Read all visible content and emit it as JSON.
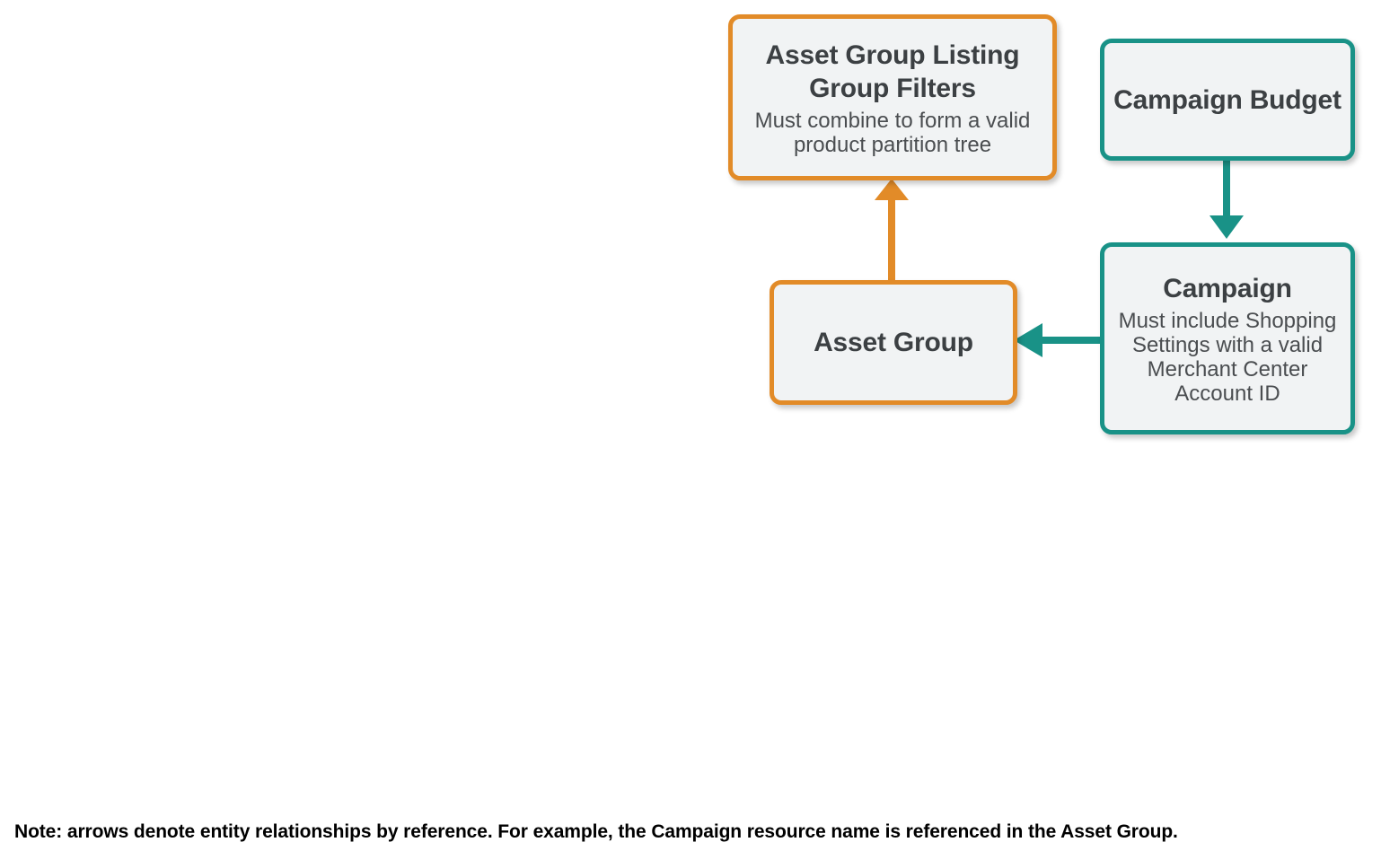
{
  "diagram": {
    "type": "entity-relationship",
    "colors": {
      "orange": "#e28b28",
      "teal": "#199287",
      "node_fill": "#f1f3f4",
      "title_text": "#3c4043",
      "subtitle_text": "#4a4d50",
      "note_text": "#000000"
    },
    "nodes": [
      {
        "id": "asset-group-listing-group-filters",
        "title": "Asset Group Listing Group Filters",
        "subtitle": "Must combine to form a valid product partition tree",
        "color": "orange"
      },
      {
        "id": "campaign-budget",
        "title": "Campaign Budget",
        "subtitle": "",
        "color": "teal"
      },
      {
        "id": "asset-group",
        "title": "Asset Group",
        "subtitle": "",
        "color": "orange"
      },
      {
        "id": "campaign",
        "title": "Campaign",
        "subtitle": "Must include Shopping Settings with a valid Merchant Center Account ID",
        "color": "teal"
      }
    ],
    "edges": [
      {
        "id": "asset-group-to-listing-group-filters",
        "from": "asset-group",
        "to": "asset-group-listing-group-filters",
        "direction": "up",
        "color": "orange"
      },
      {
        "id": "campaign-budget-to-campaign",
        "from": "campaign-budget",
        "to": "campaign",
        "direction": "down",
        "color": "teal"
      },
      {
        "id": "campaign-to-asset-group",
        "from": "campaign",
        "to": "asset-group",
        "direction": "left",
        "color": "teal"
      }
    ],
    "note": "Note: arrows denote entity relationships by reference. For example, the Campaign resource name is referenced in the Asset Group."
  }
}
